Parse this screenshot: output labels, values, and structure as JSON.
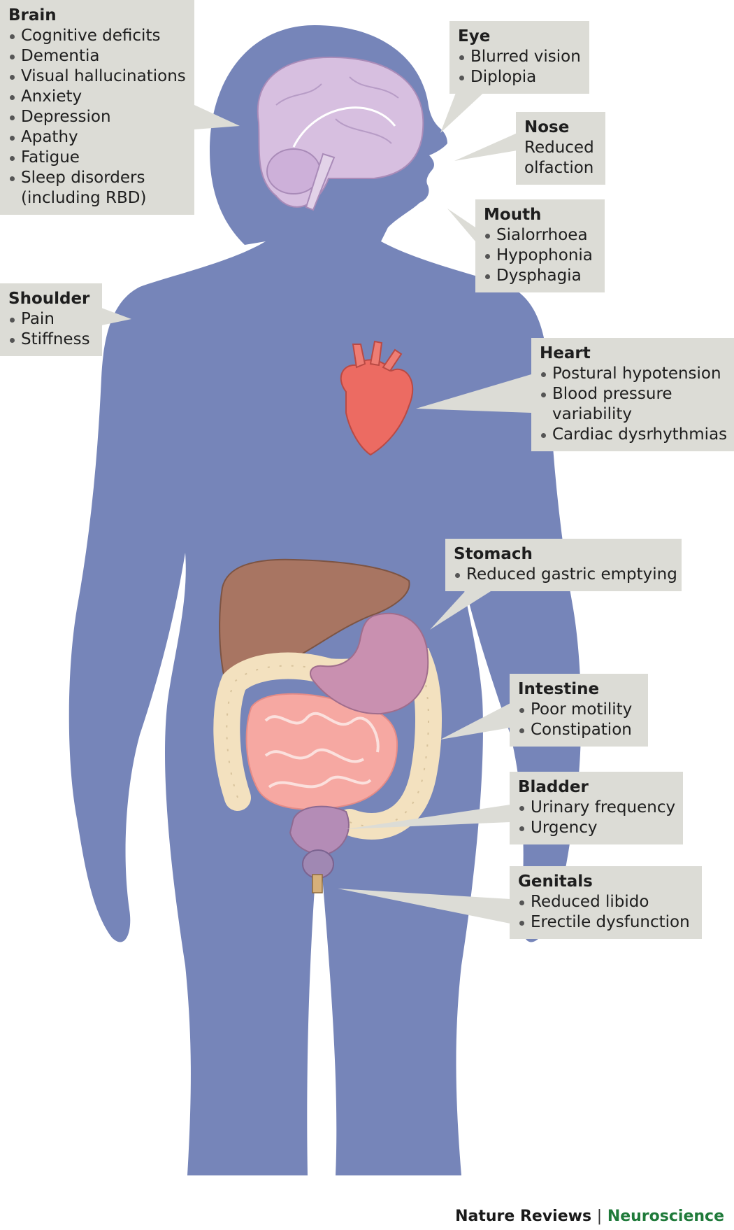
{
  "labels": {
    "brain": {
      "title": "Brain",
      "items": [
        "Cognitive deficits",
        "Dementia",
        "Visual hallucinations",
        "Anxiety",
        "Depression",
        "Apathy",
        "Fatigue",
        "Sleep disorders",
        "(including RBD)"
      ]
    },
    "eye": {
      "title": "Eye",
      "items": [
        "Blurred vision",
        "Diplopia"
      ]
    },
    "nose": {
      "title": "Nose",
      "lines": [
        "Reduced",
        "olfaction"
      ]
    },
    "mouth": {
      "title": "Mouth",
      "items": [
        "Sialorrhoea",
        "Hypophonia",
        "Dysphagia"
      ]
    },
    "shoulder": {
      "title": "Shoulder",
      "items": [
        "Pain",
        "Stiffness"
      ]
    },
    "heart": {
      "title": "Heart",
      "items": [
        "Postural hypotension",
        "Blood pressure",
        "variability",
        "Cardiac dysrhythmias"
      ]
    },
    "stomach": {
      "title": "Stomach",
      "items": [
        "Reduced gastric emptying"
      ]
    },
    "intestine": {
      "title": "Intestine",
      "items": [
        "Poor motility",
        "Constipation"
      ]
    },
    "bladder": {
      "title": "Bladder",
      "items": [
        "Urinary frequency",
        "Urgency"
      ]
    },
    "genitals": {
      "title": "Genitals",
      "items": [
        "Reduced libido",
        "Erectile dysfunction"
      ]
    }
  },
  "footer": {
    "publisher": "Nature Reviews",
    "separator": "|",
    "journal": "Neuroscience"
  },
  "colors": {
    "body": "#7685b9",
    "label_box": "#dcdcd6",
    "brain": "#d7bfe0",
    "heart": "#ec6b62",
    "liver": "#a87562",
    "stomach": "#c990b0",
    "colon": "#f3e1bf",
    "small_intestine": "#f6a8a2",
    "bladder": "#b48cb6",
    "journal_green": "#1f7a3a"
  }
}
